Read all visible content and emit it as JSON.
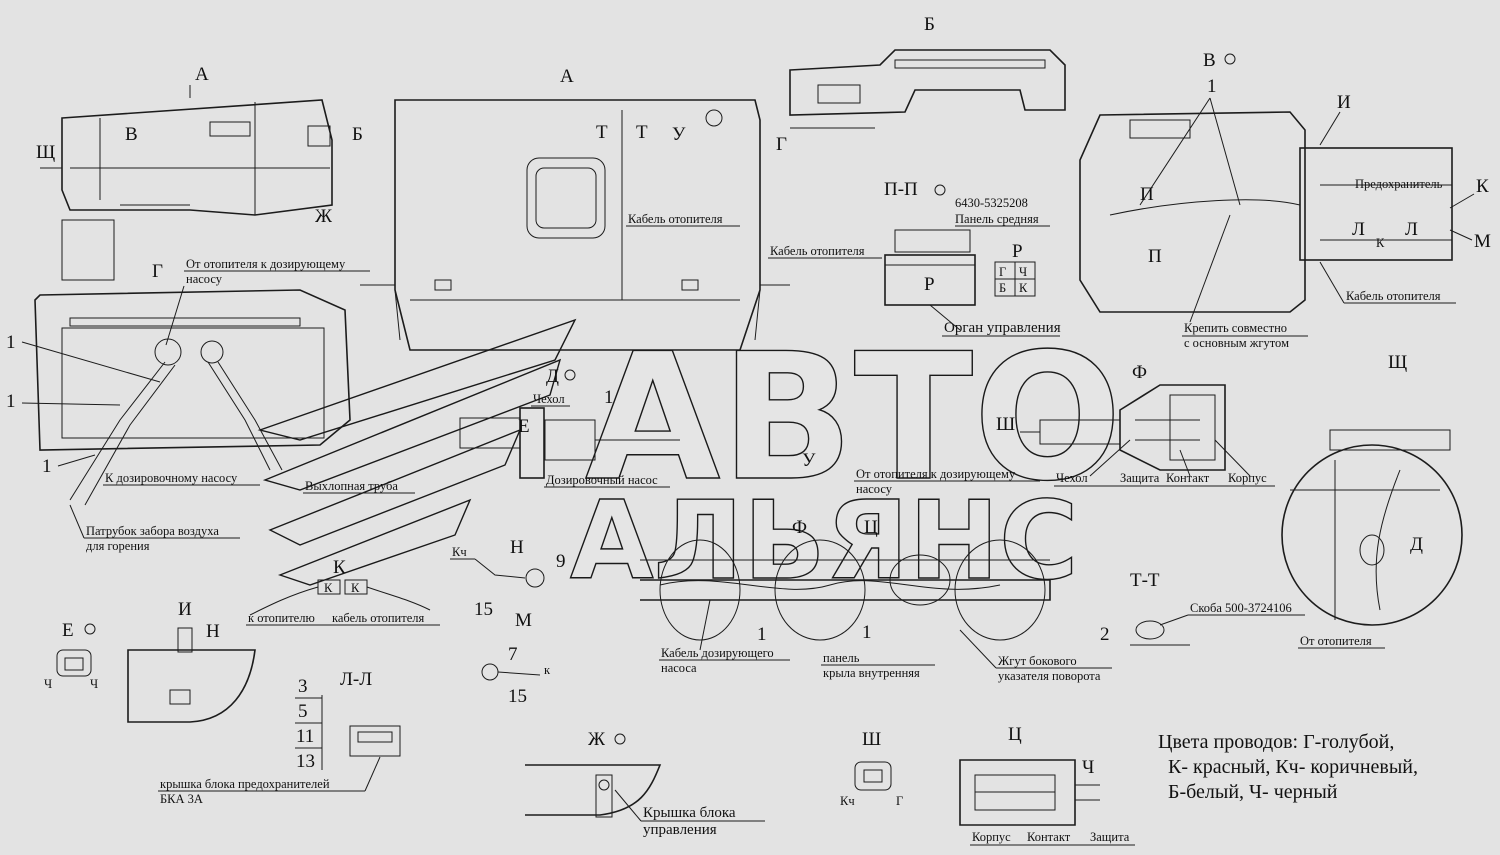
{
  "watermark": {
    "line1": "АВТО",
    "line2": "АЛЬЯНС"
  },
  "views": {
    "a_top": "А",
    "a_main": "А",
    "b": "Б",
    "v": "В",
    "g": "Г",
    "i": "И",
    "k": "К",
    "m": "М",
    "pp": "П-П",
    "p": "П",
    "p2": "П",
    "r": "Р",
    "f": "Ф",
    "shch": "Щ",
    "shch2": "Щ",
    "sh": "Ш",
    "sh2": "Ш",
    "d": "Д",
    "d2": "Д",
    "e": "Е",
    "e2": "Е",
    "u": "У",
    "u2": "У",
    "t1": "Т",
    "t2": "Т",
    "tt": "Т-Т",
    "ts": "Ц",
    "ts2": "Ц",
    "f2": "Ф",
    "zh": "Ж",
    "zh2": "Ж",
    "n": "Н",
    "n2": "Н",
    "ll": "Л-Л",
    "i2": "И",
    "l1": "Л",
    "l2": "Л",
    "k2": "К",
    "k3": "К",
    "m2": "М",
    "g2": "Г"
  },
  "labels": {
    "heater_cable_a": "Кабель отопителя",
    "part_number": "6430-5325208",
    "panel_middle": "Панель средняя",
    "heater_cable_pp": "Кабель отопителя",
    "control_unit": "Орган управления",
    "fuse": "Предохранитель",
    "heater_cable_v": "Кабель отопителя",
    "fix_with_1": "Крепить совместно",
    "fix_with_2": "с основным жгутом",
    "from_heater_g_1": "От отопителя к дозирующему",
    "from_heater_g_2": "насосу",
    "to_pump": "К дозировочному насосу",
    "exhaust": "Выхлопная труба",
    "intake_1": "Патрубок забора воздуха",
    "intake_2": "для горения",
    "cover": "Чехол",
    "pump": "Дозировочный насос",
    "from_heater_u_1": "От отопителя к дозирующему",
    "from_heater_u_2": "насосу",
    "cover_f": "Чехол",
    "protection_f": "Защита",
    "contact_f": "Контакт",
    "body_f": "Корпус",
    "bracket": "Скоба 500-3724106",
    "pump_cable_1": "Кабель дозирующего",
    "pump_cable_2": "насоса",
    "panel_wing_1": "панель",
    "panel_wing_2": "крыла внутренняя",
    "turn_harness_1": "Жгут бокового",
    "turn_harness_2": "указателя поворота",
    "from_heater_shch": "От отопителя",
    "to_heater": "к отопителю",
    "heater_cable_k": "кабель отопителя",
    "fuse_cover_1": "крышка блока предохранителей",
    "fuse_cover_2": "БКА 3А",
    "control_cover_1": "Крышка блока",
    "control_cover_2": "управления",
    "body_ts": "Корпус",
    "contact_ts": "Контакт",
    "protection_ts": "Защита",
    "colors_1": "Цвета проводов: Г-голубой,",
    "colors_2": "К- красный, Кч- коричневый,",
    "colors_3": "Б-белый, Ч- черный"
  },
  "pins": {
    "g": "Г",
    "ch": "Ч",
    "b": "Б",
    "k": "К",
    "kk1": "К",
    "kk2": "К",
    "kch": "Кч",
    "kch2": "Кч",
    "ch_e1": "Ч",
    "ch_e2": "Ч",
    "g_sh": "Г",
    "ch_ts": "Ч",
    "k_m": "к"
  },
  "numbers": {
    "n1_a": "1",
    "n1_b": "1",
    "n1_c": "1",
    "n1_d": "1",
    "n1_v": "1",
    "n1_t1": "1",
    "n1_t2": "1",
    "n2": "2",
    "n3": "3",
    "n5": "5",
    "n7": "7",
    "n9": "9",
    "n11": "11",
    "n13": "13",
    "n15_a": "15",
    "n15_b": "15"
  }
}
